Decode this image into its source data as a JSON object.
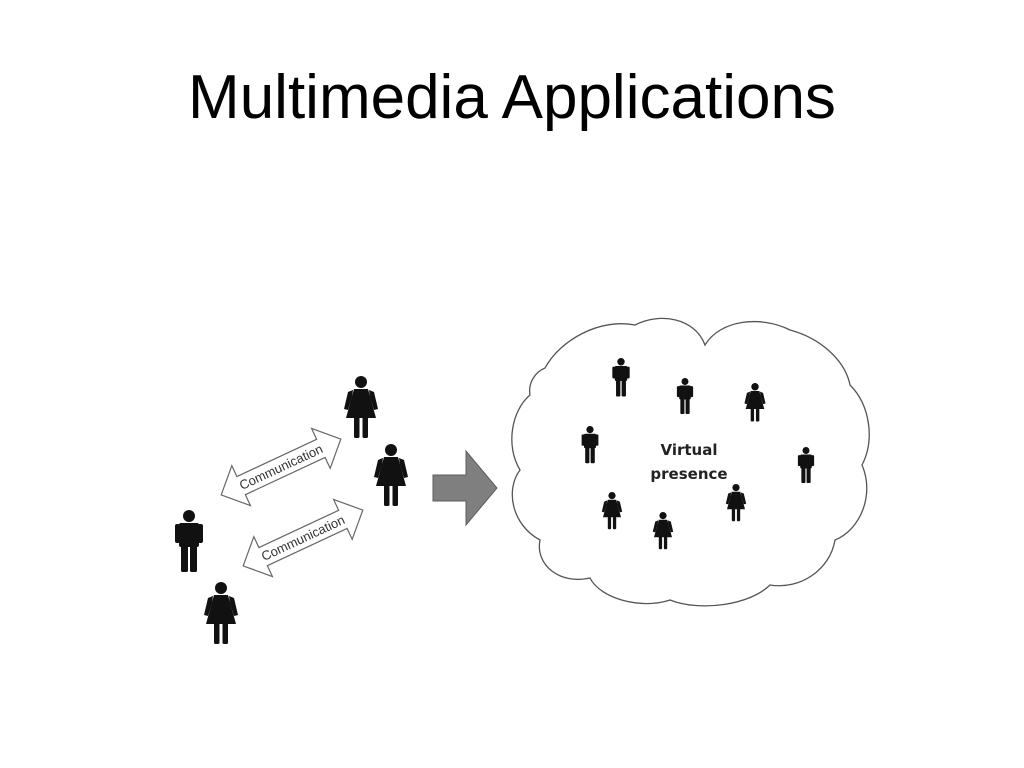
{
  "slide": {
    "title": "Multimedia Applications"
  },
  "diagram": {
    "arrow_label_top": "Communication",
    "arrow_label_bottom": "Communication",
    "cloud_label_line1": "Virtual",
    "cloud_label_line2": "presence"
  },
  "colors": {
    "figure_fill": "#111111",
    "cloud_stroke": "#555555",
    "transition_arrow_fill": "#7f7f7f",
    "comm_arrow_stroke": "#666666"
  },
  "icons": {
    "person_male": "male-person-icon",
    "person_female": "female-person-icon"
  }
}
